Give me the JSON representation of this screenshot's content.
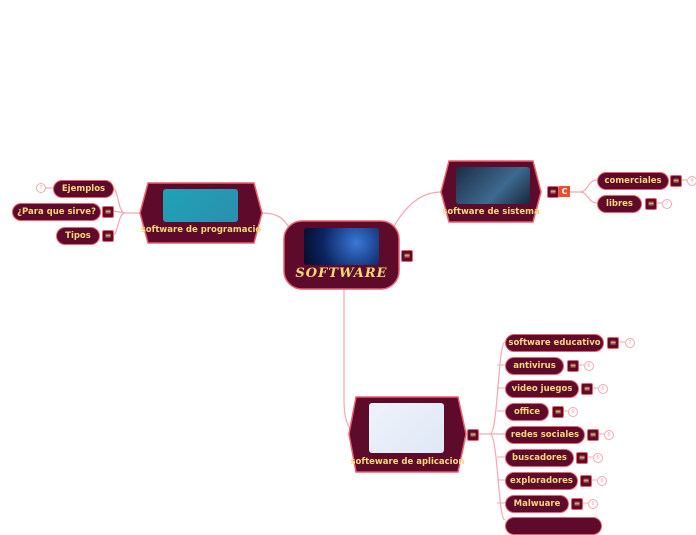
{
  "central": {
    "title": "SOFTWARE"
  },
  "programacion": {
    "title": "software de programació",
    "children": [
      {
        "label": "Ejemplos",
        "count": "7"
      },
      {
        "label": "¿Para que sirve?"
      },
      {
        "label": "Tipos"
      }
    ]
  },
  "sistema": {
    "title": "software de sistema",
    "badge": "C",
    "children": [
      {
        "label": "comerciales",
        "count": "4"
      },
      {
        "label": "libres",
        "count": "7"
      }
    ]
  },
  "aplicacion": {
    "title": "softeware de aplicacion",
    "children": [
      {
        "label": "software educativo",
        "count": "7"
      },
      {
        "label": "antivirus",
        "count": "6"
      },
      {
        "label": "video juegos",
        "count": "6"
      },
      {
        "label": "office",
        "count": "6"
      },
      {
        "label": "redes sociales",
        "count": "6"
      },
      {
        "label": "buscadores",
        "count": "6"
      },
      {
        "label": "exploradores",
        "count": "6"
      },
      {
        "label": "Malwuare",
        "count": "6"
      }
    ]
  },
  "colors": {
    "node_fill": "#5e0a2b",
    "node_border": "#ef5d6c",
    "text": "#f5d97a",
    "connector": "#f4a7b0",
    "badge": "#e8502c"
  },
  "icons": {
    "note": "note-lines-icon",
    "count": "child-count-icon"
  }
}
